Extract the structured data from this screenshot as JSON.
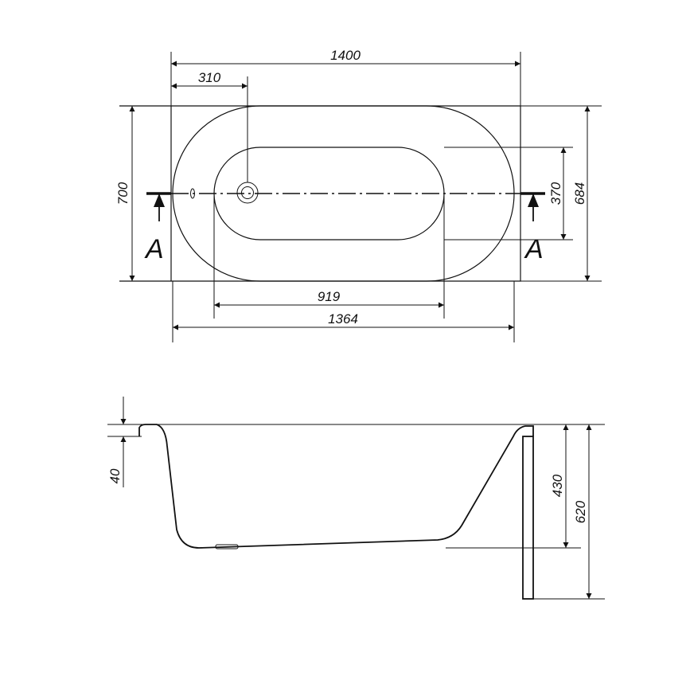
{
  "plan_view": {
    "dimensions": {
      "overall_length": "1400",
      "drain_offset": "310",
      "overall_width": "700",
      "inner_width": "370",
      "rim_width": "684",
      "inner_length": "919",
      "rim_length": "1364"
    },
    "section_marks": {
      "left": "A",
      "right": "A"
    }
  },
  "section_view": {
    "dimensions": {
      "rim_thickness": "40",
      "depth": "430",
      "total_height": "620"
    }
  },
  "colors": {
    "line": "#111111",
    "background": "#ffffff"
  }
}
